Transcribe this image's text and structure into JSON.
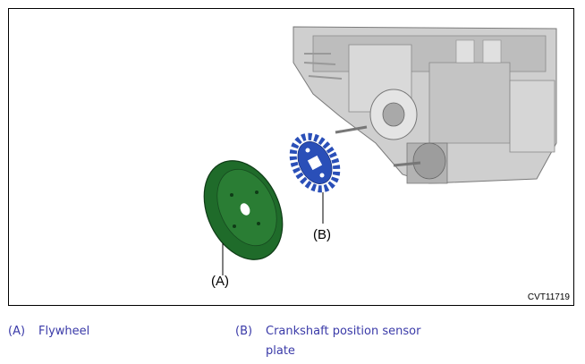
{
  "figure": {
    "callout_a": "(A)",
    "callout_b": "(B)",
    "code": "CVT11719"
  },
  "legend": {
    "items": [
      {
        "code": "(A)",
        "label": "Flywheel"
      },
      {
        "code": "(B)",
        "label_line1": "Crankshaft position sensor",
        "label_line2": "plate"
      }
    ]
  },
  "colors": {
    "flywheel": "#1f6b2a",
    "sensor_plate": "#2a4fb8",
    "legend_text": "#3a3aa8"
  }
}
